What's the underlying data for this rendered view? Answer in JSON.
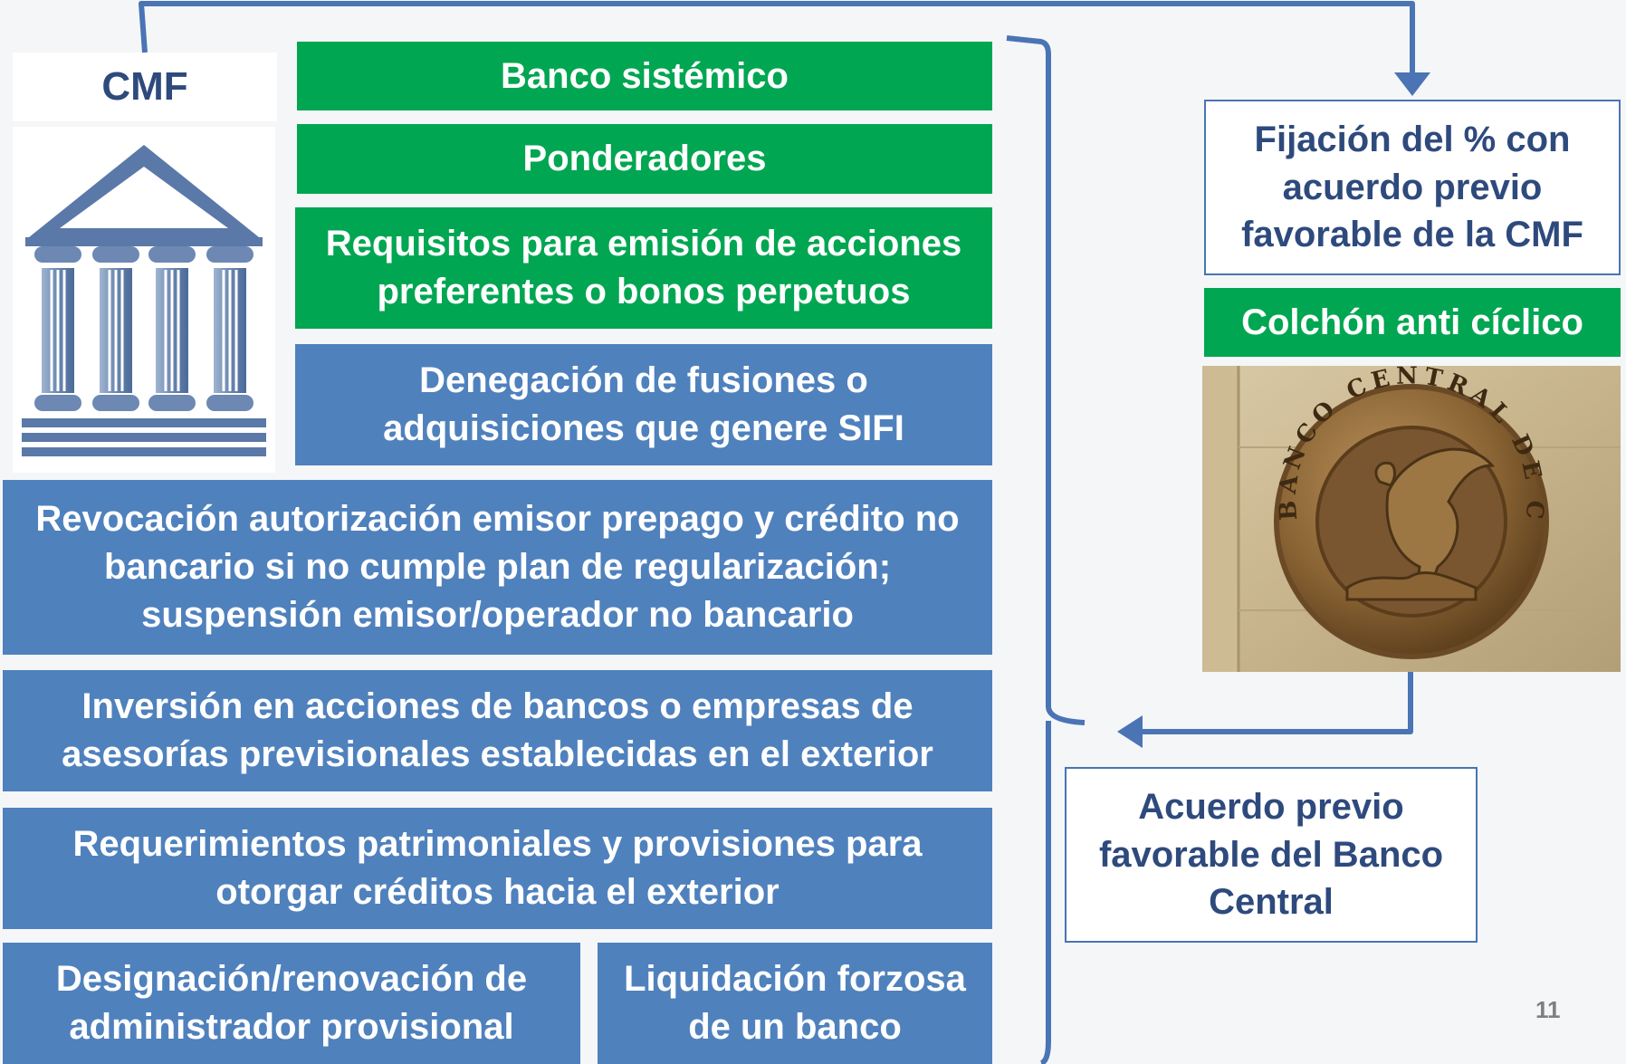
{
  "regulator": {
    "label": "CMF",
    "icon": "bank-building-icon"
  },
  "cmf_powers": [
    {
      "id": "banco-sistemico",
      "text": "Banco sistémico",
      "color": "#00a651"
    },
    {
      "id": "ponderadores",
      "text": "Ponderadores",
      "color": "#00a651"
    },
    {
      "id": "requisitos",
      "text": "Requisitos para emisión de acciones preferentes o bonos perpetuos",
      "color": "#00a651"
    },
    {
      "id": "denegacion",
      "text": "Denegación de fusiones o adquisiciones que genere SIFI",
      "color": "#4f81bd"
    },
    {
      "id": "revocacion",
      "text": "Revocación autorización emisor prepago  y crédito no bancario si no cumple plan de regularización; suspensión emisor/operador no bancario",
      "color": "#4f81bd"
    },
    {
      "id": "inversion",
      "text": "Inversión en acciones de bancos o empresas de asesorías previsionales establecidas en el exterior",
      "color": "#4f81bd"
    },
    {
      "id": "requerimientos",
      "text": "Requerimientos patrimoniales y provisiones para otorgar créditos hacia el exterior",
      "color": "#4f81bd"
    },
    {
      "id": "designacion",
      "text": "Designación/renovación de administrador provisional",
      "color": "#4f81bd"
    },
    {
      "id": "liquidacion",
      "text": "Liquidación forzosa de un banco",
      "color": "#4f81bd"
    }
  ],
  "central_bank": {
    "fijacion": "Fijación del % con acuerdo previo favorable de la CMF",
    "colchon": "Colchón anti cíclico",
    "acuerdo": "Acuerdo previo favorable del Banco Central",
    "seal": {
      "icon": "banco-central-de-chile-seal",
      "inscription": "BANCO CENTRAL DE CHILE"
    }
  },
  "colors": {
    "green": "#00a651",
    "blue": "#4f81bd",
    "connector": "#4a74b4",
    "dark_text": "#2e4a7d"
  },
  "page_number": "11"
}
